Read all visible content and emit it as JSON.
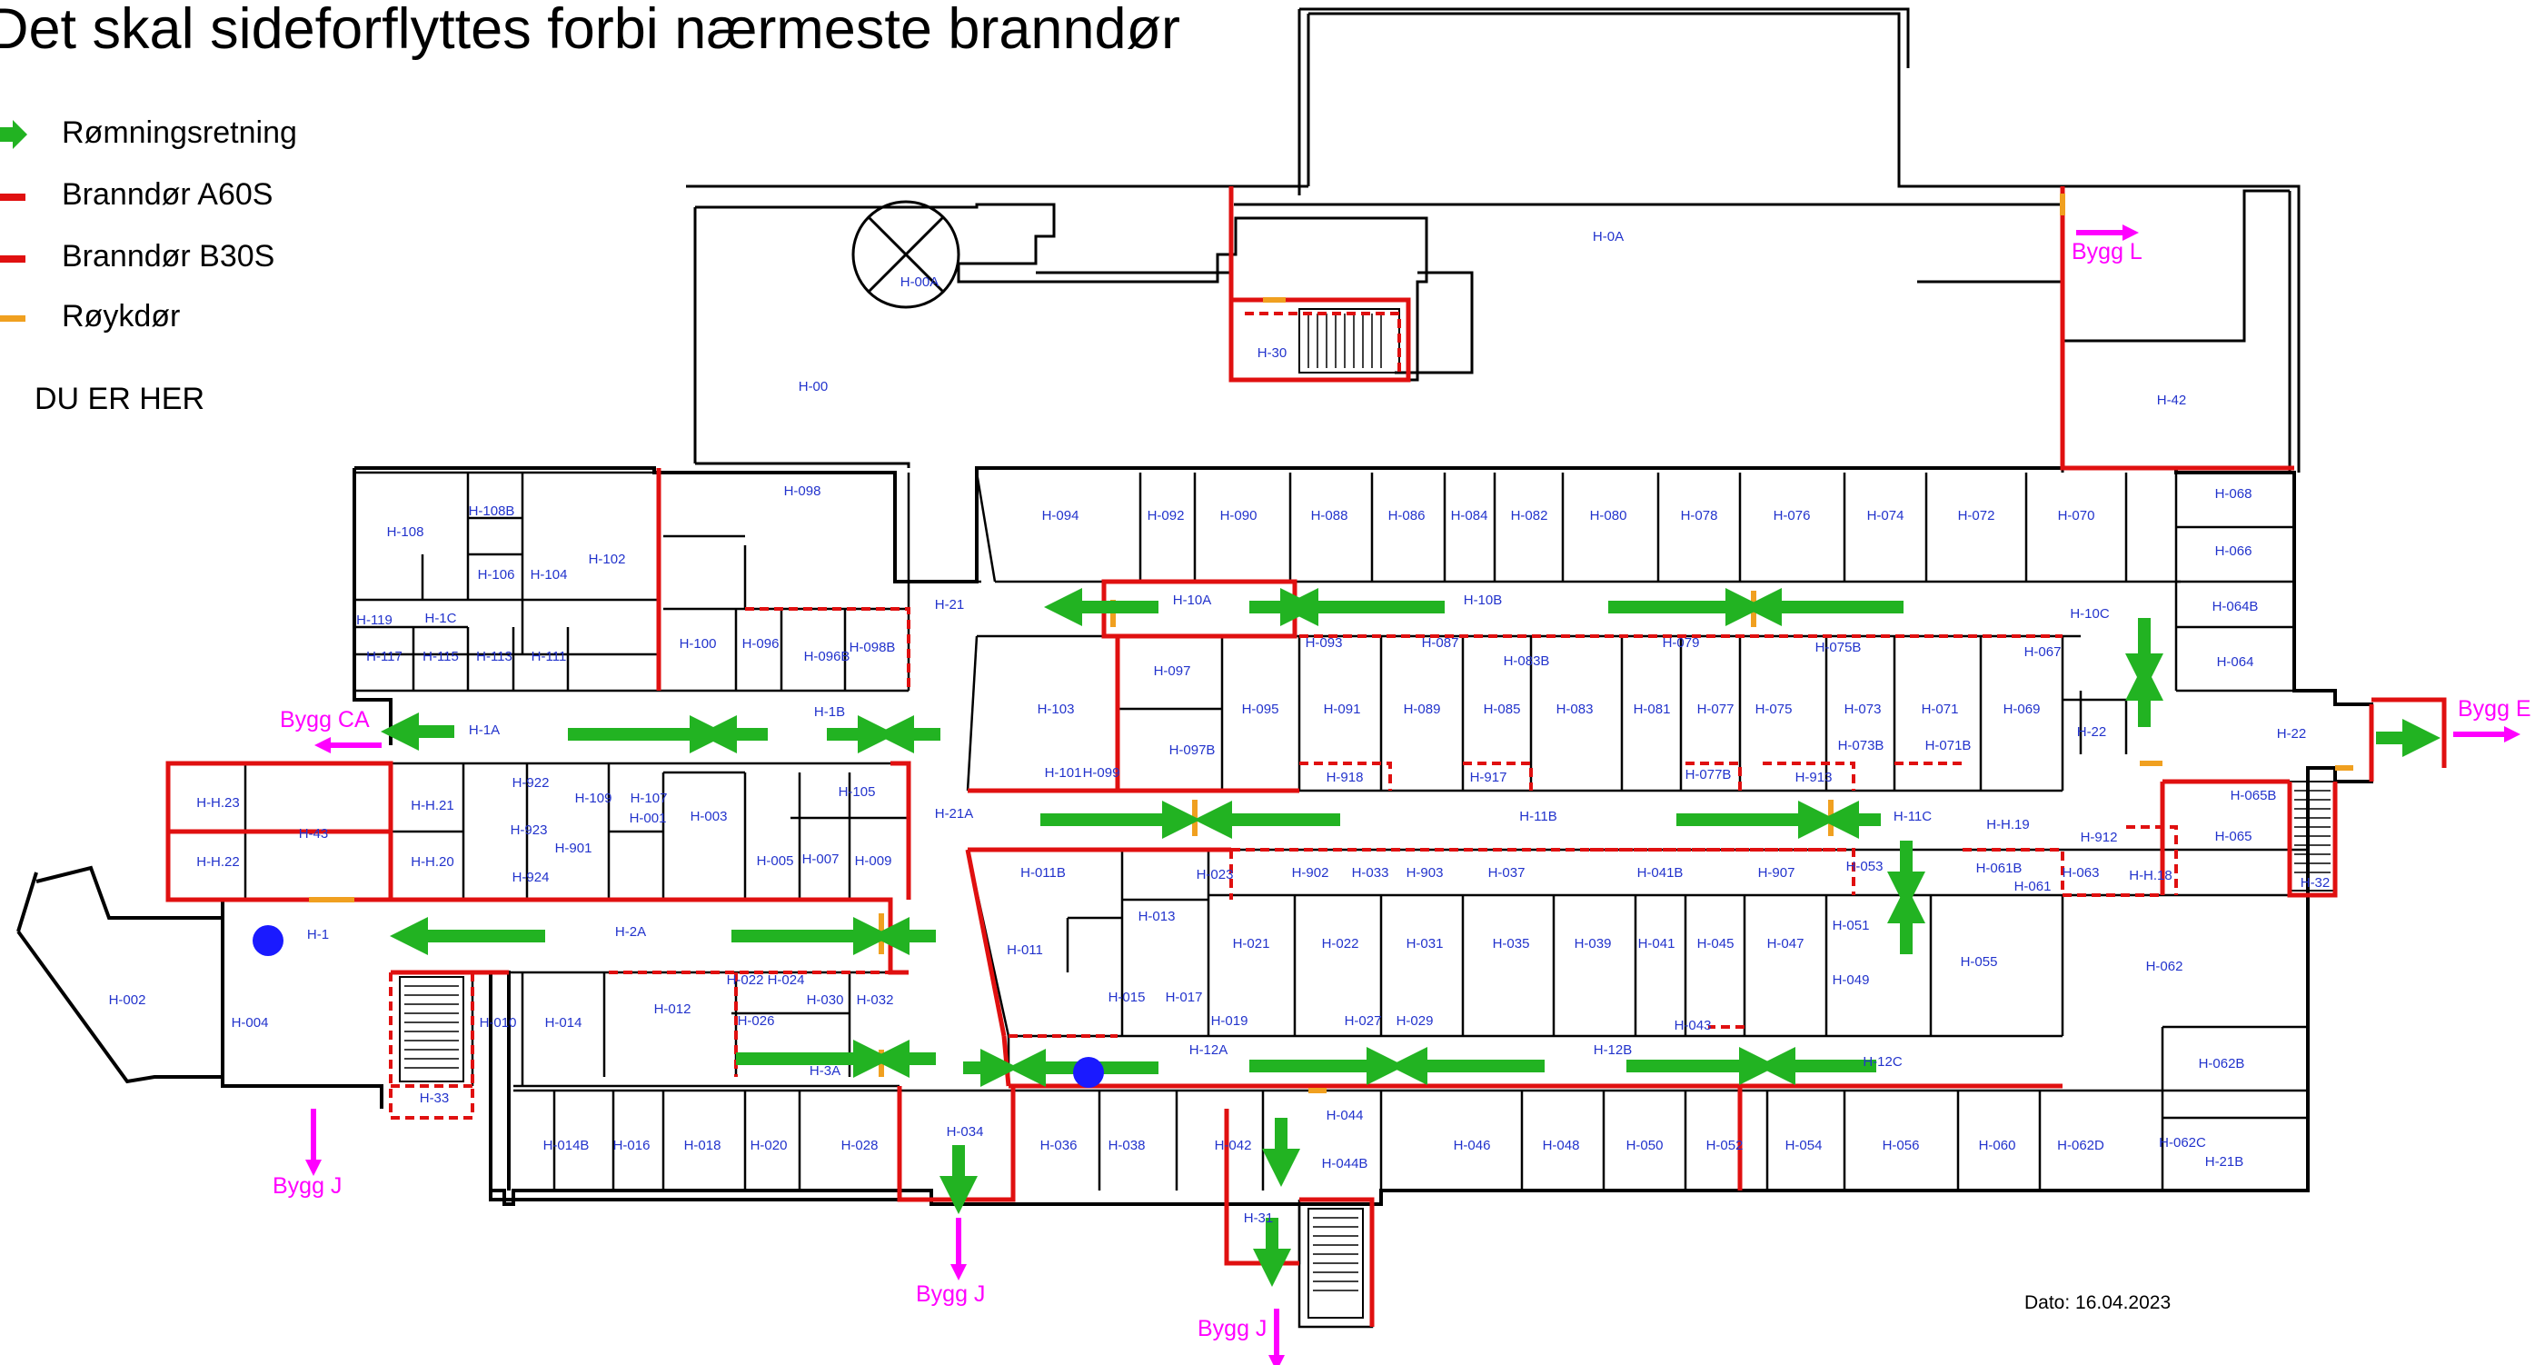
{
  "title": "Det skal sideforflyttes forbi nærmeste branndør",
  "legend": [
    {
      "label": "Rømningsretning",
      "color": "#22b322",
      "kind": "arrow"
    },
    {
      "label": "Branndør A60S",
      "color": "#e01010",
      "kind": "line"
    },
    {
      "label": "Branndør B30S",
      "color": "#e01010",
      "kind": "line"
    },
    {
      "label": "Røykdør",
      "color": "#f0a020",
      "kind": "line"
    }
  ],
  "you_are_here": "DU ER HER",
  "date": "Dato: 16.04.2023",
  "colors": {
    "wall": "#000000",
    "fire": "#e01010",
    "smoke": "#f0a020",
    "arrow": "#22b322",
    "exit": "#ff00ff",
    "room": "#2233cc",
    "marker": "#1a1aff"
  },
  "exits": {
    "bygg_l": "Bygg L",
    "bygg_ca": "Bygg CA",
    "bygg_e": "Bygg E",
    "bygg_j1": "Bygg J",
    "bygg_j2": "Bygg J",
    "bygg_j3": "Bygg J"
  },
  "rooms": [
    "H-00A",
    "H-00",
    "H-098",
    "H-0A",
    "H-30",
    "H-42",
    "H-108",
    "H-108B",
    "H-106",
    "H-104",
    "H-102",
    "H-119",
    "H-1C",
    "H-117",
    "H-115",
    "H-113",
    "H-111",
    "H-100",
    "H-096",
    "H-096B",
    "H-098B",
    "H-1B",
    "H-1A",
    "H-21",
    "H-094",
    "H-092",
    "H-090",
    "H-088",
    "H-086",
    "H-084",
    "H-082",
    "H-080",
    "H-078",
    "H-076",
    "H-074",
    "H-072",
    "H-070",
    "H-068",
    "H-066",
    "H-10A",
    "H-10B",
    "H-10C",
    "H-064B",
    "H-064",
    "H-097",
    "H-093",
    "H-087",
    "H-083B",
    "H-079",
    "H-075B",
    "H-067",
    "H-103",
    "H-095",
    "H-091",
    "H-089",
    "H-085",
    "H-083",
    "H-081",
    "H-077",
    "H-075",
    "H-073",
    "H-071",
    "H-069",
    "H-22",
    "H-22",
    "H-097B",
    "H-073B",
    "H-071B",
    "H-101",
    "H-099",
    "H-918",
    "H-917",
    "H-077B",
    "H-913",
    "H-H.23",
    "H-43",
    "H-H.21",
    "H-922",
    "H-109",
    "H-107",
    "H-105",
    "H-923",
    "H-901",
    "H-003",
    "H-001",
    "H-21A",
    "H-11B",
    "H-11C",
    "H-065B",
    "H-065",
    "H-H.22",
    "H-H.20",
    "H-924",
    "H-005",
    "H-007",
    "H-009",
    "H-011B",
    "H-023",
    "H-902",
    "H-033",
    "H-903",
    "H-037",
    "H-041B",
    "H-907",
    "H-053",
    "H-H.19",
    "H-061B",
    "H-061",
    "H-063",
    "H-912",
    "H-H.18",
    "H-32",
    "H-1",
    "H-2A",
    "H-013",
    "H-011",
    "H-021",
    "H-022",
    "H-031",
    "H-035",
    "H-039",
    "H-041",
    "H-045",
    "H-047",
    "H-051",
    "H-055",
    "H-062",
    "H-002",
    "H-004",
    "H-010",
    "H-014",
    "H-012",
    "H-022",
    "H-024",
    "H-026",
    "H-030",
    "H-032",
    "H-015",
    "H-017",
    "H-019",
    "H-027",
    "H-029",
    "H-043",
    "H-049",
    "H-3A",
    "H-12A",
    "H-12B",
    "H-12C",
    "H-062B",
    "H-33",
    "H-014B",
    "H-016",
    "H-018",
    "H-020",
    "H-028",
    "H-034",
    "H-036",
    "H-038",
    "H-042",
    "H-044",
    "H-044B",
    "H-046",
    "H-048",
    "H-050",
    "H-052",
    "H-054",
    "H-056",
    "H-060",
    "H-062D",
    "H-062C",
    "H-21B",
    "H-31"
  ]
}
